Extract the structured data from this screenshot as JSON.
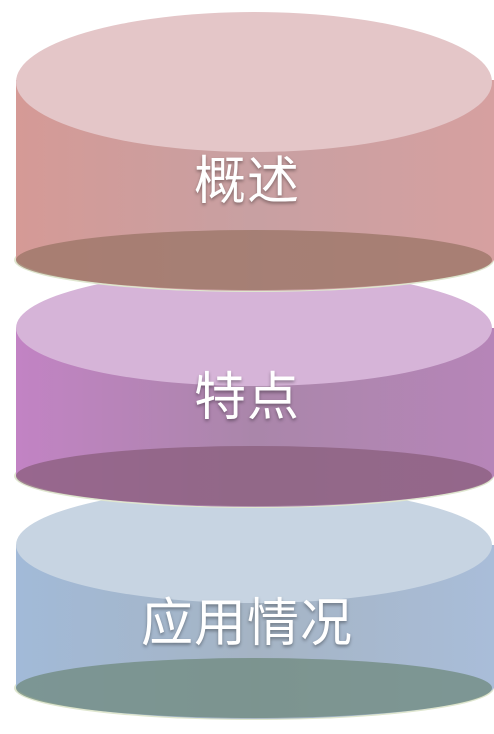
{
  "layers": [
    {
      "label": "概述",
      "side_color_left": "#d59a96",
      "side_color_mid": "#c8a0a2",
      "side_color_right": "#d6a0a0",
      "top_color": "#e4c6c8",
      "bottom_color": "#9a7466"
    },
    {
      "label": "特点",
      "side_color_left": "#c283c4",
      "side_color_mid": "#aa86aa",
      "side_color_right": "#b685b8",
      "top_color": "#d6b4d8",
      "bottom_color": "#8a5e7c"
    },
    {
      "label": "应用情况",
      "side_color_left": "#a2bad8",
      "side_color_mid": "#a5b4c4",
      "side_color_right": "#a9bdd9",
      "top_color": "#c7d4e2",
      "bottom_color": "#6f8a7e"
    }
  ],
  "ring_color": "#dfe6cf"
}
